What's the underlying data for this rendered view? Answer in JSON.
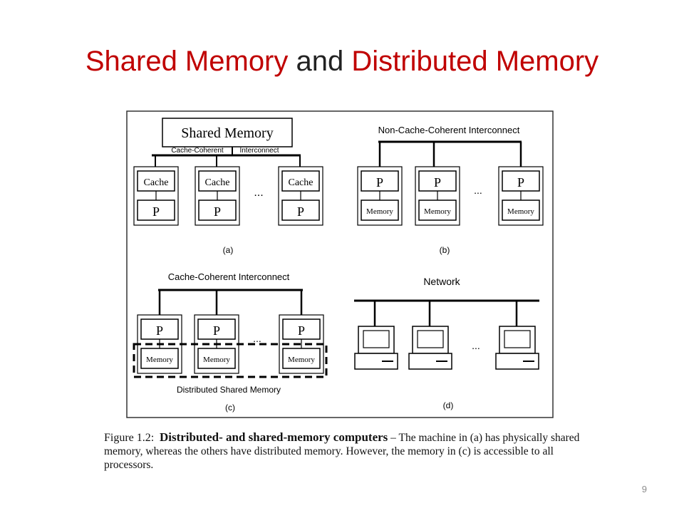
{
  "slide": {
    "title_part1": "Shared Memory",
    "title_part2": "and",
    "title_part3": "Distributed Memory",
    "page_number": "9"
  },
  "figure": {
    "a": {
      "shared_memory": "Shared Memory",
      "interconnect_left": "Cache-Coherent",
      "interconnect_right": "Interconnect",
      "cache": "Cache",
      "processor": "P",
      "ellipsis": "...",
      "label": "(a)"
    },
    "b": {
      "interconnect": "Non-Cache-Coherent Interconnect",
      "processor": "P",
      "memory": "Memory",
      "ellipsis": "...",
      "label": "(b)"
    },
    "c": {
      "interconnect": "Cache-Coherent Interconnect",
      "processor": "P",
      "memory": "Memory",
      "ellipsis": "...",
      "dsm": "Distributed Shared Memory",
      "label": "(c)"
    },
    "d": {
      "network": "Network",
      "ellipsis": "...",
      "label": "(d)"
    }
  },
  "caption": {
    "figure_number": "Figure 1.2:",
    "bold_title": "Distributed- and shared-memory computers",
    "text": " – The machine in (a) has physically shared memory, whereas the others have distributed memory. However, the memory in (c) is accessible to all processors."
  }
}
